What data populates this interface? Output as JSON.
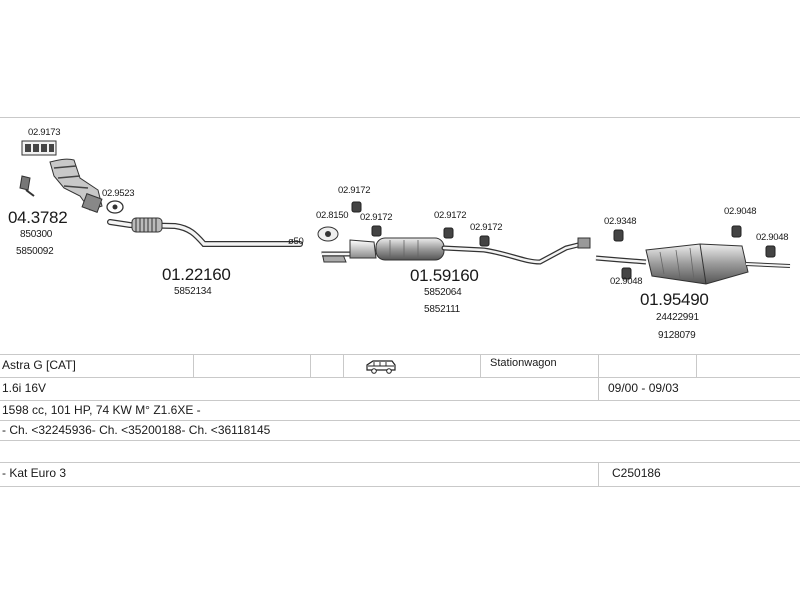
{
  "diagram": {
    "part_numbers": {
      "gasket_top": "02.9173",
      "manifold": "04.3782",
      "manifold_oe1": "850300",
      "manifold_oe2": "5850092",
      "gasket_front": "02.9523",
      "front_pipe": "01.22160",
      "front_pipe_oe": "5852134",
      "pipe_diameter": "ø50",
      "gasket_mid": "02.8150",
      "hanger_a": "02.9172",
      "hanger_b": "02.9172",
      "hanger_c": "02.9172",
      "hanger_d": "02.9172",
      "middle_silencer": "01.59160",
      "middle_oe1": "5852064",
      "middle_oe2": "5852111",
      "hanger_e": "02.9348",
      "hanger_f": "02.9048",
      "hanger_g": "02.9048",
      "hanger_h": "02.9048",
      "rear_silencer": "01.95490",
      "rear_oe1": "24422991",
      "rear_oe2": "9128079"
    }
  },
  "table": {
    "model": "Astra G  [CAT]",
    "body_icon": "car-stationwagon-icon",
    "body_type": "Stationwagon",
    "engine": "1.6i 16V",
    "period": "09/00 - 09/03",
    "spec": "1598 cc, 101 HP, 74 KW M° Z1.6XE -",
    "chassis": "- Ch. <32245936- Ch. <35200188- Ch. <36118145",
    "emission": "- Kat Euro 3",
    "code": "C250186"
  },
  "colors": {
    "line": "#c9c9c9",
    "part_dark": "#555555",
    "part_mid": "#9a9a9a",
    "part_light": "#e6e6e6"
  }
}
